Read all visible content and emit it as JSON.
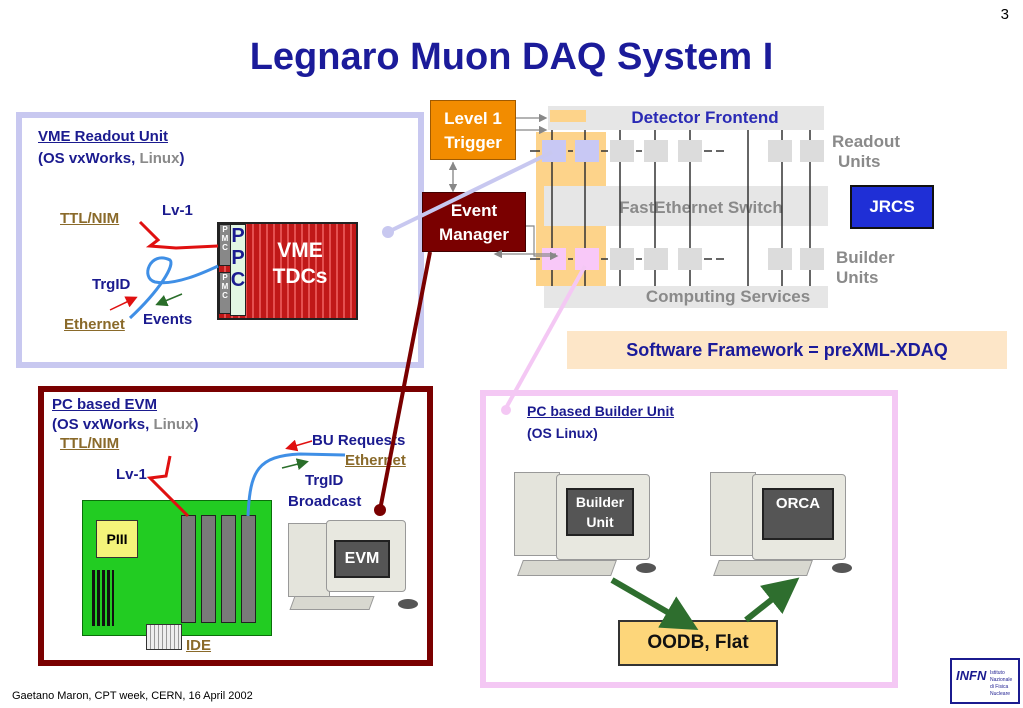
{
  "page_number": "3",
  "title": "Legnaro Muon DAQ System I",
  "footer": "Gaetano Maron, CPT week, CERN, 16 April 2002",
  "colors": {
    "title": "#1b1b9a",
    "vme_border": "#c8c8f0",
    "evm_border": "#7a0000",
    "bu_border": "#f4c8f4",
    "trigger": "#f28c00",
    "event_manager": "#7a0000",
    "jrcs": "#1f2fd6",
    "framework_bg": "#fde6c8",
    "oodb_bg": "#fdd67a"
  },
  "vme": {
    "heading": "VME Readout Unit",
    "os_prefix": "(OS vxWorks, ",
    "os_linux": "Linux",
    "os_suffix": ")",
    "ttl_nim": "TTL/NIM",
    "lv1": "Lv-1",
    "trgid": "TrgID",
    "ethernet": "Ethernet",
    "events": "Events",
    "pmc_top": "PMC",
    "pmc_bottom": "PMC",
    "ppc_p": "P",
    "ppc_p2": "P",
    "ppc_c": "C",
    "tdc_line1": "VME",
    "tdc_line2": "TDCs"
  },
  "daq": {
    "trigger_line1": "Level 1",
    "trigger_line2": "Trigger",
    "frontend": "Detector Frontend",
    "readout_line1": "Readout",
    "readout_line2": "Units",
    "event_manager_line1": "Event",
    "event_manager_line2": "Manager",
    "switch": "FastEthernet Switch",
    "jrcs": "JRCS",
    "builder_line1": "Builder",
    "builder_line2": "Units",
    "computing": "Computing Services",
    "framework": "Software Framework = preXML-XDAQ"
  },
  "evm": {
    "heading": "PC based EVM",
    "os_prefix": "(OS vxWorks, ",
    "os_linux": "Linux",
    "os_suffix": ")",
    "ttl_nim": "TTL/NIM",
    "lv1": "Lv-1",
    "piii": "PIII",
    "ide": "IDE",
    "bu_requests": "BU Requests",
    "ethernet": "Ethernet",
    "trgid_line1": "TrgID",
    "trgid_line2": "Broadcast",
    "evm_label": "EVM"
  },
  "bu": {
    "heading": "PC based Builder Unit",
    "os": "(OS Linux)",
    "builder_line1": "Builder",
    "builder_line2": "Unit",
    "orca": "ORCA",
    "oodb": "OODB, Flat"
  },
  "logo": {
    "text": "INFN",
    "sub1": "Istituto Nazionale",
    "sub2": "di Fisica Nucleare"
  }
}
